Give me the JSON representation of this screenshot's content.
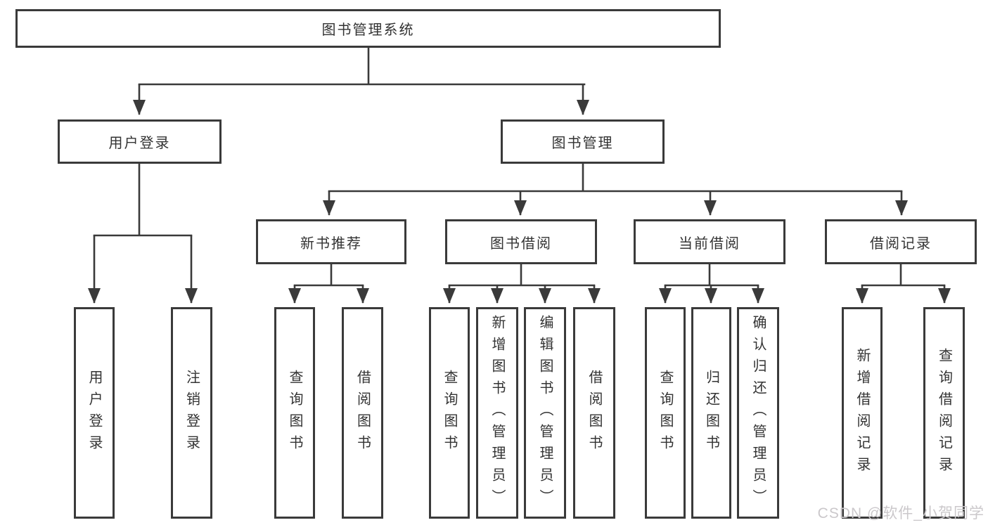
{
  "diagram": {
    "title": "图书管理系统",
    "root": {
      "label": "图书管理系统"
    },
    "level2": [
      {
        "label": "用户登录"
      },
      {
        "label": "图书管理"
      }
    ],
    "level3": [
      {
        "label": "新书推荐",
        "parent": "图书管理"
      },
      {
        "label": "图书借阅",
        "parent": "图书管理"
      },
      {
        "label": "当前借阅",
        "parent": "图书管理"
      },
      {
        "label": "借阅记录",
        "parent": "图书管理"
      }
    ],
    "leaves": [
      {
        "label": "用户登录",
        "parent": "用户登录"
      },
      {
        "label": "注销登录",
        "parent": "用户登录"
      },
      {
        "label": "查询图书",
        "parent": "新书推荐"
      },
      {
        "label": "借阅图书",
        "parent": "新书推荐"
      },
      {
        "label": "查询图书",
        "parent": "图书借阅"
      },
      {
        "label": "新增图书（管理员）",
        "parent": "图书借阅"
      },
      {
        "label": "编辑图书（管理员）",
        "parent": "图书借阅"
      },
      {
        "label": "借阅图书",
        "parent": "图书借阅"
      },
      {
        "label": "查询图书",
        "parent": "当前借阅"
      },
      {
        "label": "归还图书",
        "parent": "当前借阅"
      },
      {
        "label": "确认归还（管理员）",
        "parent": "当前借阅"
      },
      {
        "label": "新增借阅记录",
        "parent": "借阅记录"
      },
      {
        "label": "查询借阅记录",
        "parent": "借阅记录"
      }
    ]
  },
  "watermark": {
    "text": "CSDN @软件_小贺同学"
  },
  "colors": {
    "line": "#3a3a3a",
    "box_border": "#3a3a3a",
    "text": "#333333",
    "watermark": "#cbc8cb",
    "background": "#ffffff"
  }
}
